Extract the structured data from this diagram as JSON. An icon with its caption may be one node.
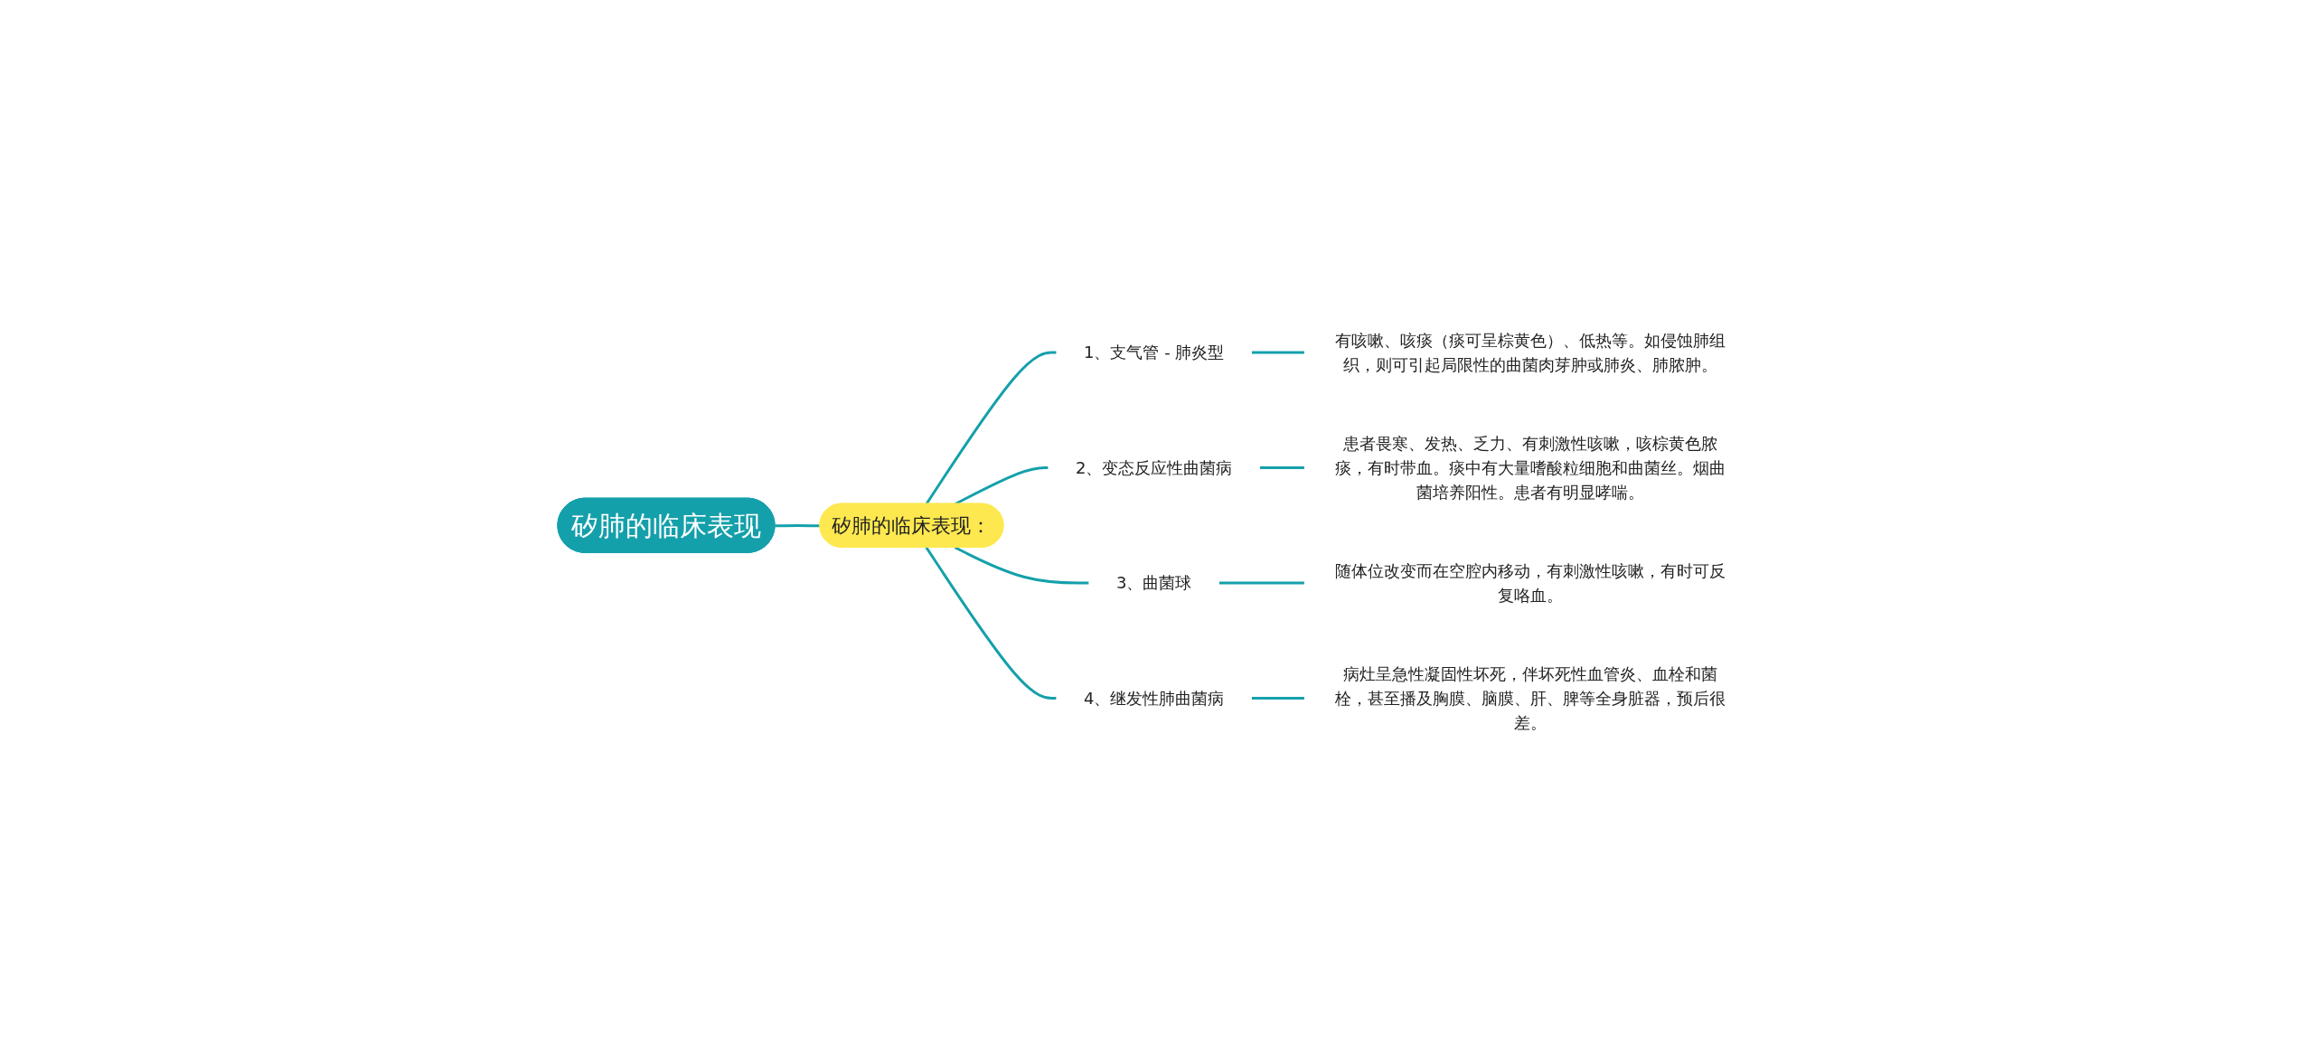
{
  "diagram": {
    "nodes": [
      {
        "text": [
          "矽肺的临床表现"
        ]
      },
      {
        "text": [
          "矽肺的临床表现："
        ]
      },
      {
        "text": [
          "1、支气管 - 肺炎型"
        ]
      },
      {
        "text": [
          "2、变态反应性曲菌病"
        ]
      },
      {
        "text": [
          "3、曲菌球"
        ]
      },
      {
        "text": [
          "4、继发性肺曲菌病"
        ]
      },
      {
        "text": [
          "有咳嗽、咳痰（痰可呈棕黄色）、低热等。如侵蚀肺组织，则可引起局限性的曲菌肉芽肿或肺炎、肺脓肿。"
        ]
      },
      {
        "text": [
          "患者畏寒、发热、乏力、有刺激性咳嗽，咳棕黄色脓痰，有时带血。痰中有大量嗜酸粒细胞和曲菌丝。烟曲菌培养阳性。患者有明显哮喘。"
        ]
      },
      {
        "text": [
          "随体位改变而在空腔内移动，有刺激性咳嗽，有时可反复咯血。"
        ]
      },
      {
        "text": [
          "病灶呈急性凝固性坏死，伴坏死性血管炎、血栓和菌栓，甚至播及胸膜、脑膜、肝、脾等全身脏器，预后很差。"
        ]
      }
    ],
    "edges": [
      {
        "from": 0,
        "to": 1,
        "arrow": "none"
      },
      {
        "from": 1,
        "to": 2,
        "arrow": "none"
      },
      {
        "from": 1,
        "to": 3,
        "arrow": "none"
      },
      {
        "from": 1,
        "to": 4,
        "arrow": "none"
      },
      {
        "from": 1,
        "to": 5,
        "arrow": "none"
      },
      {
        "from": 2,
        "to": 6,
        "arrow": "none"
      },
      {
        "from": 3,
        "to": 7,
        "arrow": "none"
      },
      {
        "from": 4,
        "to": 8,
        "arrow": "none"
      },
      {
        "from": 5,
        "to": 9,
        "arrow": "none"
      }
    ]
  }
}
